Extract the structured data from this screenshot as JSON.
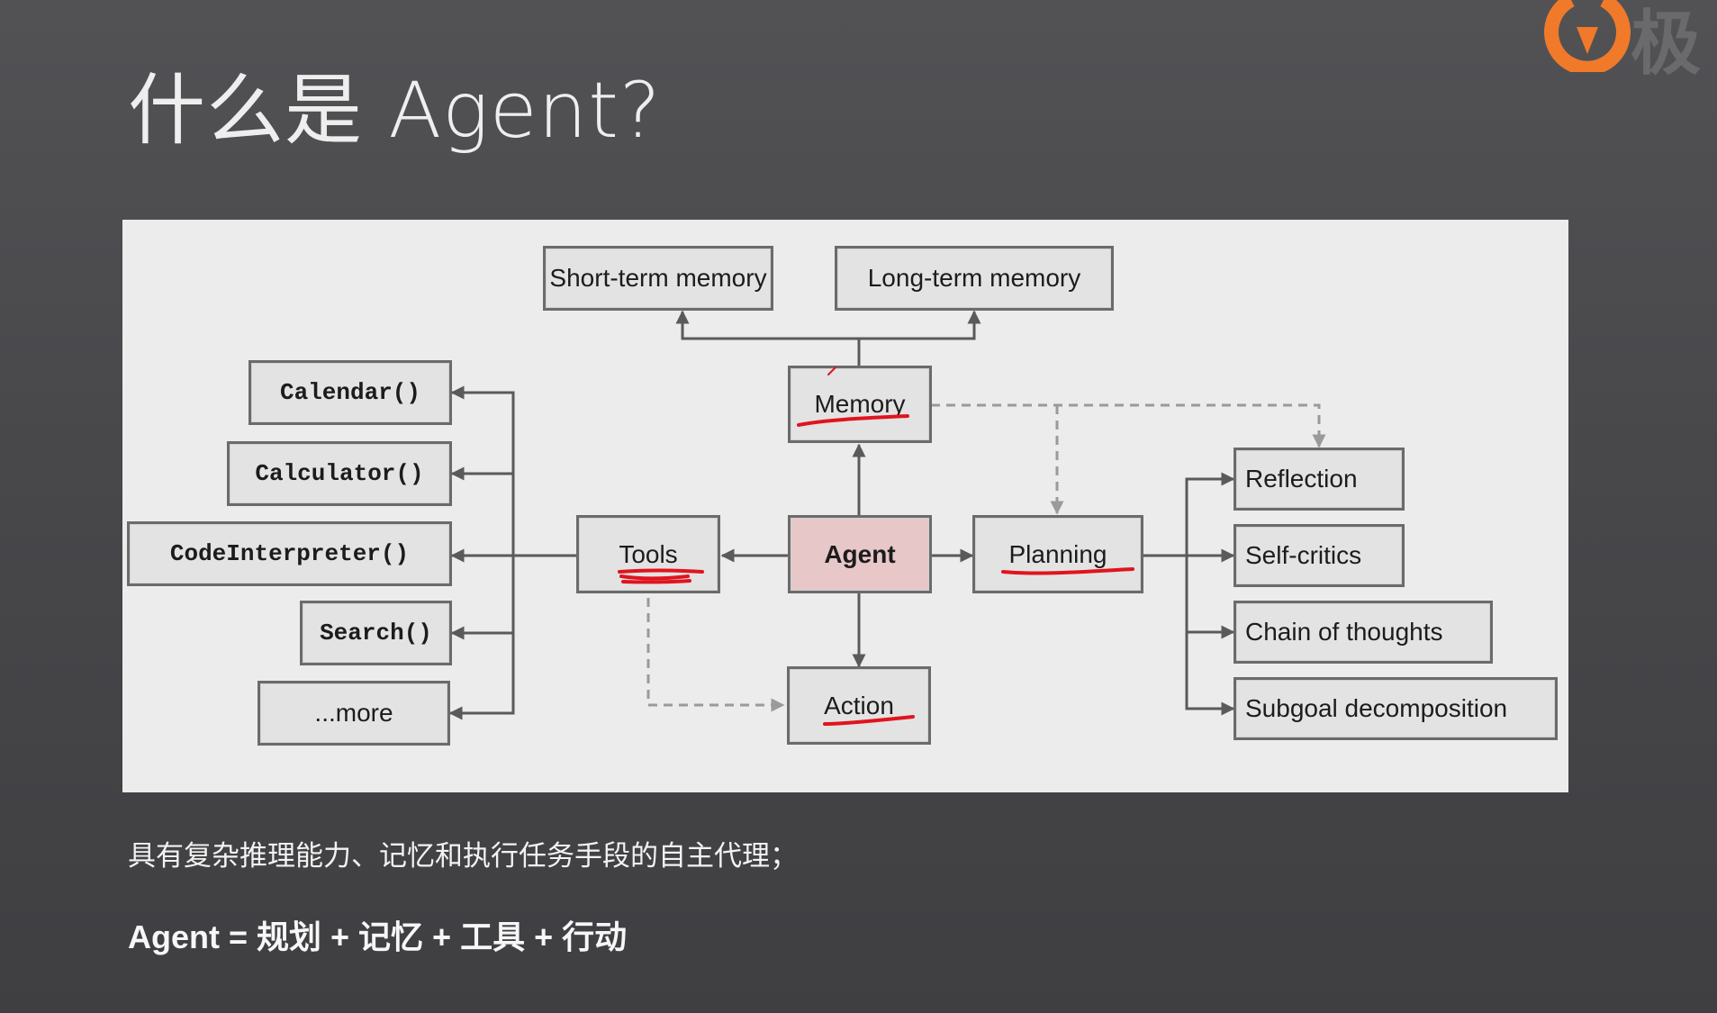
{
  "slide": {
    "title": "什么是 Agent?",
    "logo_text": "极"
  },
  "diagram": {
    "nodes": {
      "agent": "Agent",
      "memory": "Memory",
      "planning": "Planning",
      "tools": "Tools",
      "action": "Action",
      "short_term_memory": "Short-term memory",
      "long_term_memory": "Long-term memory",
      "reflection": "Reflection",
      "self_critics": "Self-critics",
      "chain_of_thoughts": "Chain of thoughts",
      "subgoal_decomposition": "Subgoal decomposition",
      "calendar": "Calendar()",
      "calculator": "Calculator()",
      "code_interpreter": "CodeInterpreter()",
      "search": "Search()",
      "more": "...more"
    },
    "colors": {
      "agent_fill": "#e8c7c9",
      "box_fill": "#e3e3e3",
      "box_border": "#6b6b6b",
      "arrow": "#5a5a5a",
      "dashed_arrow": "#9a9a9a",
      "annotation": "#e0141e",
      "logo": "#f07a2a"
    }
  },
  "captions": {
    "description": "具有复杂推理能力、记忆和执行任务手段的自主代理；",
    "formula": "Agent = 规划 + 记忆 + 工具 + 行动"
  }
}
